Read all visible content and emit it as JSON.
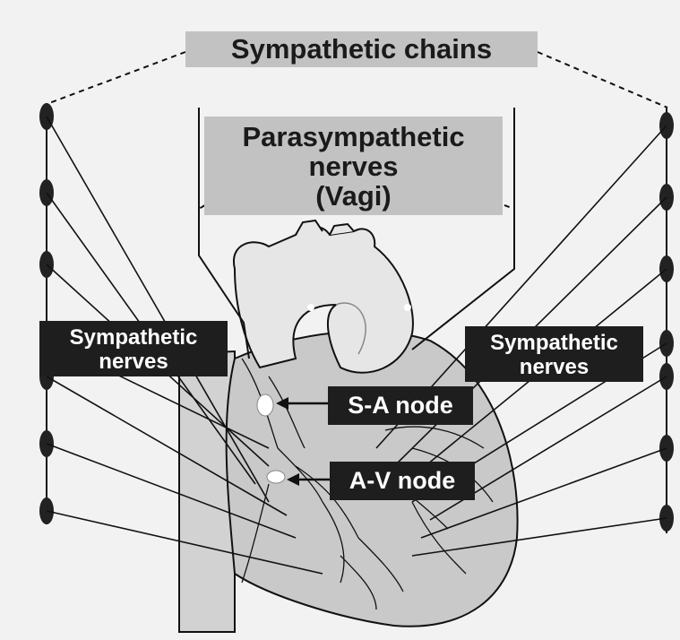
{
  "labels": {
    "title": "Sympathetic chains",
    "parasympathetic_line1": "Parasympathetic",
    "parasympathetic_line2": "nerves",
    "parasympathetic_line3": "(Vagi)",
    "left_nerves_line1": "Sympathetic",
    "left_nerves_line2": "nerves",
    "right_nerves_line1": "Sympathetic",
    "right_nerves_line2": "nerves",
    "sa_node": "S-A node",
    "av_node": "A-V node"
  },
  "colors": {
    "background": "#f2f2f2",
    "heart_fill": "#c9c9c9",
    "aorta_fill": "#e6e6e6",
    "label_gray": "#c2c2c2",
    "label_dark": "#1e1e1e",
    "ink": "#111111"
  }
}
